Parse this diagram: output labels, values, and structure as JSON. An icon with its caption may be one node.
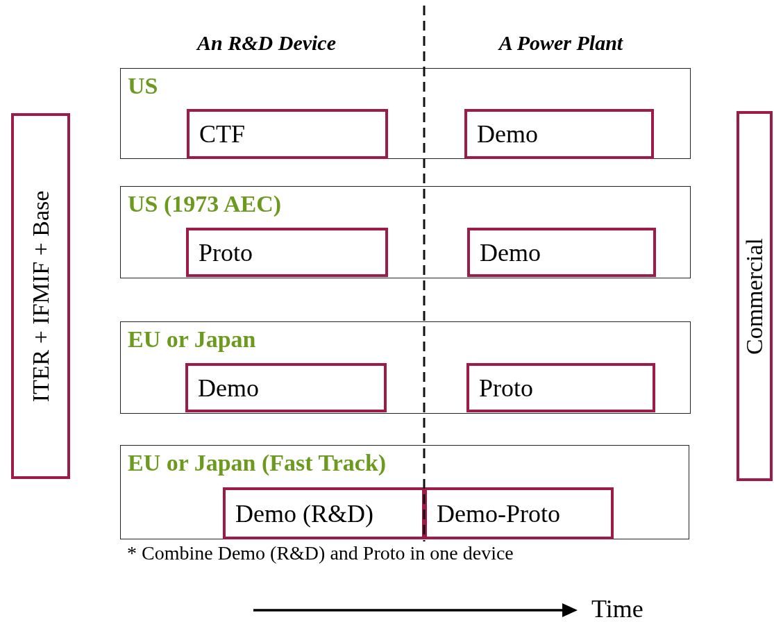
{
  "diagram": {
    "nodes": [
      {
        "text": [
          "ITER + IFMIF + Base"
        ]
      },
      {
        "text": [
          "US"
        ]
      },
      {
        "text": [
          "CTF"
        ],
        "in": 1
      },
      {
        "text": [
          "Demo"
        ],
        "in": 1
      },
      {
        "text": [
          "US (1973 AEC)"
        ]
      },
      {
        "text": [
          "Proto"
        ],
        "in": 4
      },
      {
        "text": [
          "Demo"
        ],
        "in": 4
      },
      {
        "text": [
          "EU or Japan"
        ]
      },
      {
        "text": [
          "Demo"
        ],
        "in": 7
      },
      {
        "text": [
          "Proto"
        ],
        "in": 7
      },
      {
        "text": [
          "EU or Japan (Fast Track)"
        ]
      },
      {
        "text": [
          "Demo (R&D)"
        ],
        "in": 10
      },
      {
        "text": [
          "Demo-Proto"
        ],
        "in": 10
      },
      {
        "text": [
          "Commercial"
        ]
      }
    ],
    "edges": [],
    "labels": [
      "An R&D Device",
      "A Power Plant",
      "* Combine Demo (R&D) and Proto in one device",
      "Time"
    ]
  }
}
